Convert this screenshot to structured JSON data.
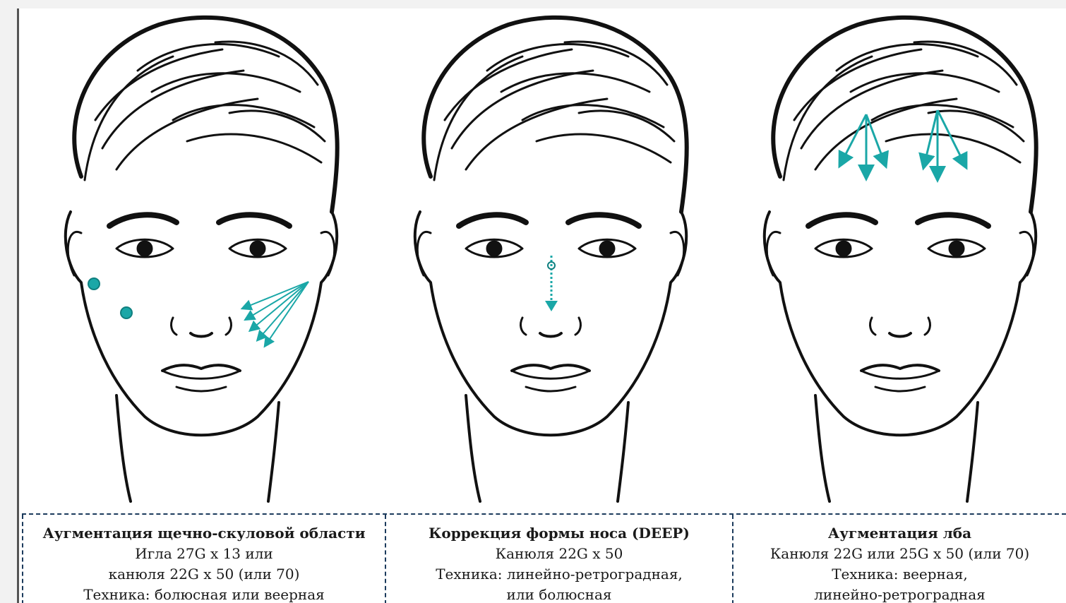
{
  "accent_color": "#1aa7a7",
  "panels": [
    {
      "title": "Аугментация щечно-скуловой области",
      "lines": [
        "Игла 27G x 13 или",
        "канюля 22G x 50 (или 70)",
        "Техника: болюсная или веерная"
      ]
    },
    {
      "title": "Коррекция формы носа (DEEP)",
      "lines": [
        "Канюля 22G x 50",
        "Техника: линейно-ретроградная,",
        "или болюсная"
      ]
    },
    {
      "title": "Аугментация лба",
      "lines": [
        "Канюля 22G или 25G x 50 (или 70)",
        "Техника: веерная,",
        "линейно-ретроградная"
      ]
    }
  ]
}
